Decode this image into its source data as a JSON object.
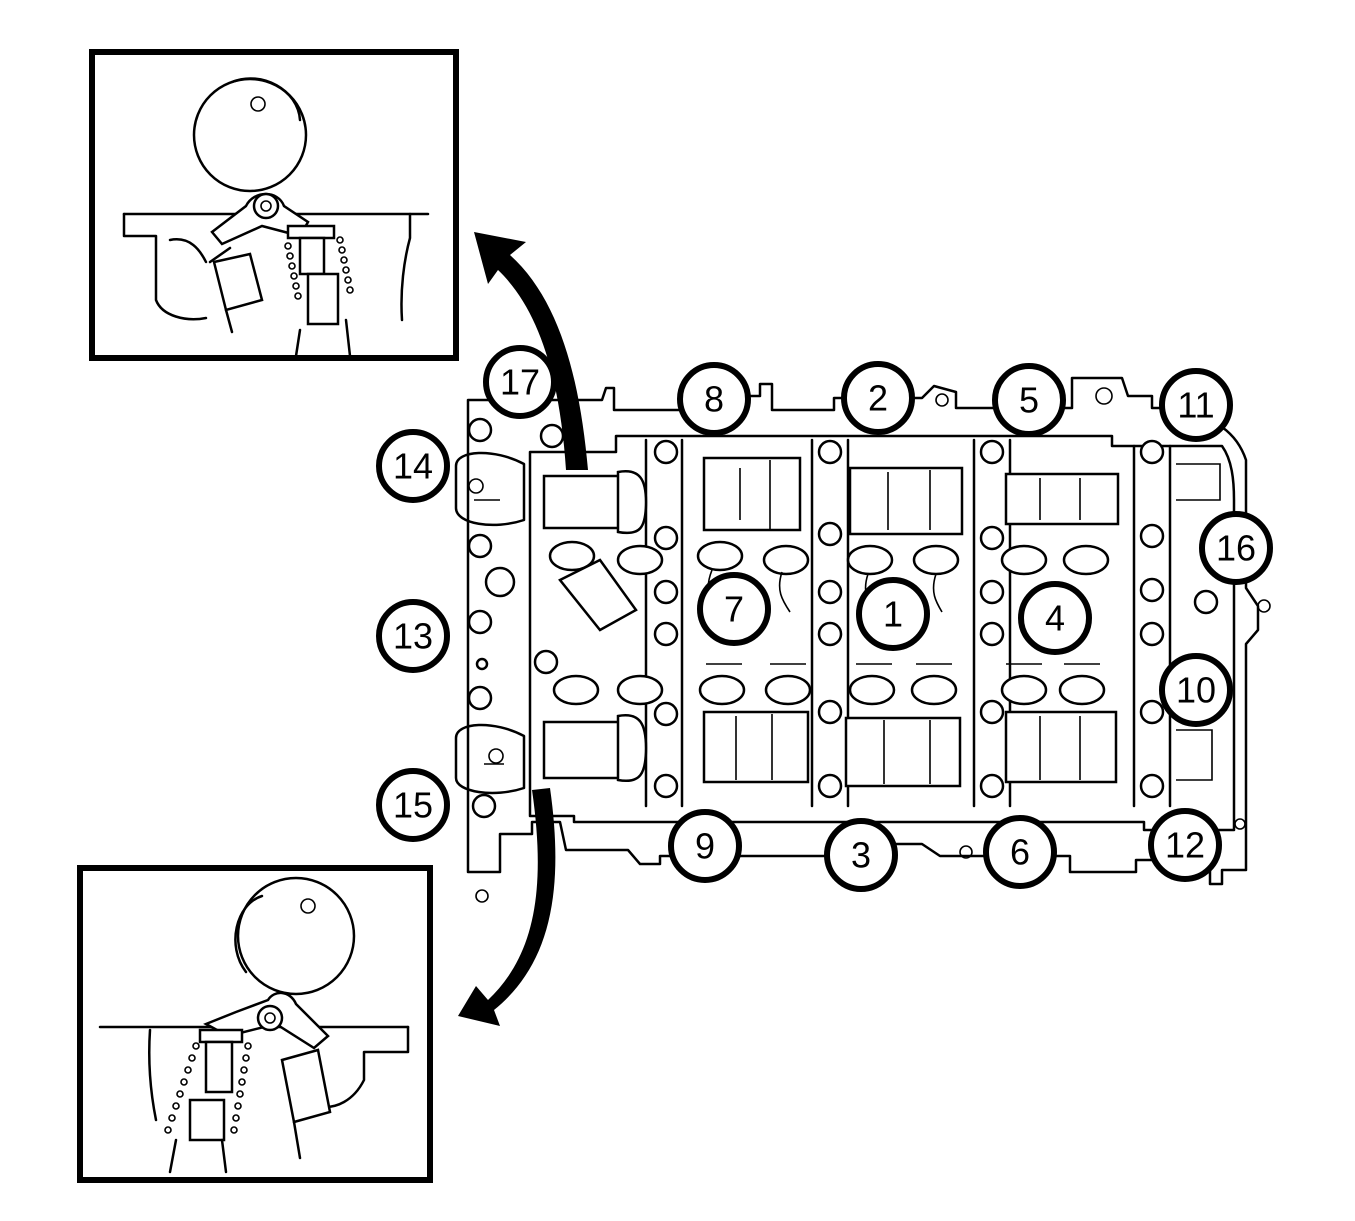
{
  "figure": {
    "description_labels": [],
    "bolt_sequence": [
      {
        "label": "1"
      },
      {
        "label": "2"
      },
      {
        "label": "3"
      },
      {
        "label": "4"
      },
      {
        "label": "5"
      },
      {
        "label": "6"
      },
      {
        "label": "7"
      },
      {
        "label": "8"
      },
      {
        "label": "9"
      },
      {
        "label": "10"
      },
      {
        "label": "11"
      },
      {
        "label": "12"
      },
      {
        "label": "13"
      },
      {
        "label": "14"
      },
      {
        "label": "15"
      },
      {
        "label": "16"
      },
      {
        "label": "17"
      }
    ],
    "insets": [
      {
        "name": "upper-detail-view"
      },
      {
        "name": "lower-detail-view"
      }
    ],
    "line_color": "#000000",
    "background_color": "#ffffff"
  }
}
